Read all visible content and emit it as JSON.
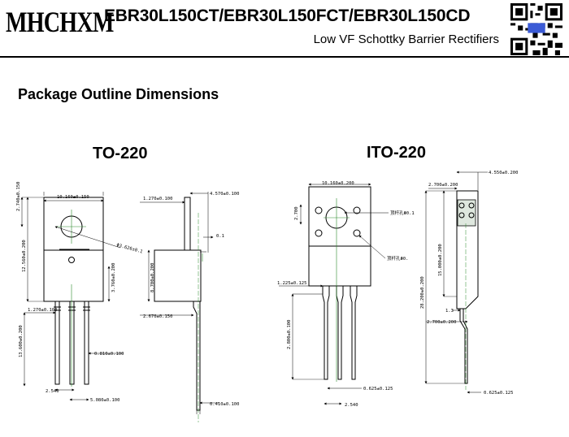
{
  "header": {
    "logo": "MHCHXM",
    "title": "EBR30L150CT/EBR30L150FCT/EBR30L150CD",
    "subtitle": "Low VF Schottky Barrier Rectifiers"
  },
  "section_title": "Package Outline Dimensions",
  "to220": {
    "label": "TO-220",
    "dims": {
      "body_width": "10.160±0.150",
      "tab_hole_y": "2.740±0.150",
      "hole_dia": "Φ3.626±0.1",
      "body_height": "12.560±0.200",
      "plastic_h": "3.760±0.200",
      "lead_pitch": "1.270±0.100",
      "lead_length": "13.600±0.200",
      "lead_width": "0.810±0.100",
      "pitch": "2.540",
      "span": "5.080±0.100",
      "side_tab": "1.270±0.100",
      "side_depth": "4.570±0.100",
      "side_gap": "0.1",
      "side_height": "8.700±0.200",
      "side_lead": "2.670±0.150",
      "lead_thick": "0.410±0.100"
    }
  },
  "ito220": {
    "label": "ITO-220",
    "dims": {
      "body_width": "10.160±0.200",
      "top_h": "2.700",
      "hole_a": "顶杆孔Φ0.1",
      "hole_b": "顶杆孔Φ0.",
      "standoff": "1.225±0.125",
      "lead_length": "2.800±0.100",
      "lead_thick": "0.625±0.125",
      "pitch": "2.540",
      "side_top": "2.700±0.200",
      "side_depth": "4.550±0.200",
      "body_h": "15.000±0.200",
      "total_h": "28.200±0.200",
      "lead_off": "1.3",
      "lead_pos": "2.700±0.200",
      "lead_t2": "0.625±0.125"
    }
  }
}
